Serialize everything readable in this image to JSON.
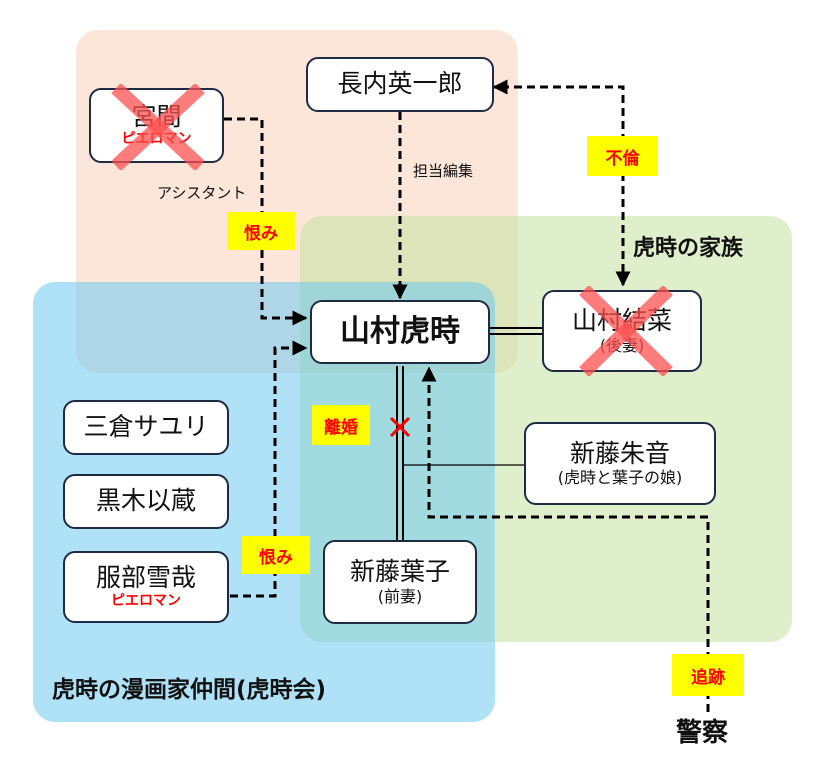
{
  "groups": {
    "assistant_group": {
      "color": "#fad2b9"
    },
    "family": {
      "title": "虎時の家族",
      "color": "#c4e2a0"
    },
    "manga_friends": {
      "title": "虎時の漫画家仲間(虎時会)",
      "color": "#6ec8f0"
    }
  },
  "nodes": {
    "miyama": {
      "name": "宮間",
      "tag": "ピエロマン",
      "crossed": true
    },
    "osanai": {
      "name": "長内英一郎"
    },
    "yamamura_toraji": {
      "name": "山村虎時"
    },
    "yamamura_yuna": {
      "name": "山村結菜",
      "sub": "(後妻)",
      "crossed": true
    },
    "mikura": {
      "name": "三倉サユリ"
    },
    "kuroki": {
      "name": "黒木以蔵"
    },
    "hattori": {
      "name": "服部雪哉",
      "tag": "ピエロマン"
    },
    "shindo_akane": {
      "name": "新藤朱音",
      "sub": "(虎時と葉子の娘)"
    },
    "shindo_yoko": {
      "name": "新藤葉子",
      "sub": "(前妻)"
    },
    "police": {
      "name": "警察"
    }
  },
  "edge_labels": {
    "assistant": "アシスタント",
    "editor": "担当編集",
    "grudge_1": "恨み",
    "grudge_2": "恨み",
    "affair": "不倫",
    "divorce": "離婚",
    "pursuit": "追跡"
  },
  "colors": {
    "highlight_bg": "#ffff00",
    "highlight_text": "#ff0000",
    "cross": "#ff5a5a",
    "node_border": "#1f2a44"
  }
}
